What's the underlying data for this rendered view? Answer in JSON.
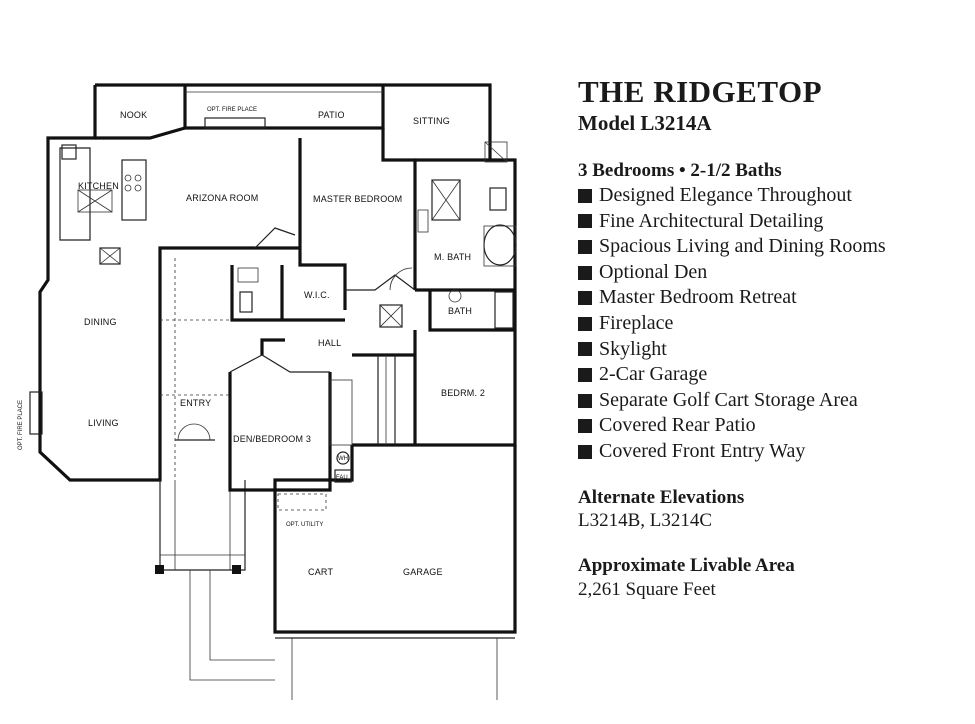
{
  "header": {
    "title": "THE RIDGETOP",
    "model": "Model L3214A",
    "bedrooms_baths": "3 Bedrooms • 2-1/2 Baths"
  },
  "features": [
    "Designed Elegance Throughout",
    "Fine Architectural Detailing",
    "Spacious Living and Dining Rooms",
    "Optional Den",
    "Master Bedroom Retreat",
    "Fireplace",
    "Skylight",
    "2-Car Garage",
    "Separate Golf Cart Storage Area",
    "Covered Rear Patio",
    "Covered Front Entry Way"
  ],
  "alternate_elevations": {
    "heading": "Alternate Elevations",
    "value": "L3214B, L3214C"
  },
  "livable_area": {
    "heading": "Approximate Livable Area",
    "value": "2,261 Square Feet"
  },
  "floorplan": {
    "rooms": {
      "nook": "NOOK",
      "opt_fire_place_top": "OPT. FIRE PLACE",
      "patio": "PATIO",
      "sitting": "SITTING",
      "kitchen": "KITCHEN",
      "arizona_room": "ARIZONA ROOM",
      "master_bedroom": "MASTER BEDROOM",
      "m_bath": "M. BATH",
      "wic": "W.I.C.",
      "bath": "BATH",
      "dining": "DINING",
      "hall": "HALL",
      "living": "LIVING",
      "entry": "ENTRY",
      "bedrm2": "BEDRM. 2",
      "den_bedroom3": "DEN/BEDROOM 3",
      "opt_fire_place_side": "OPT. FIRE PLACE",
      "opt_utility": "OPT. UTILITY",
      "cart": "CART",
      "garage": "GARAGE"
    },
    "fixtures": {
      "wh": "WH",
      "fau": "FAU"
    }
  }
}
